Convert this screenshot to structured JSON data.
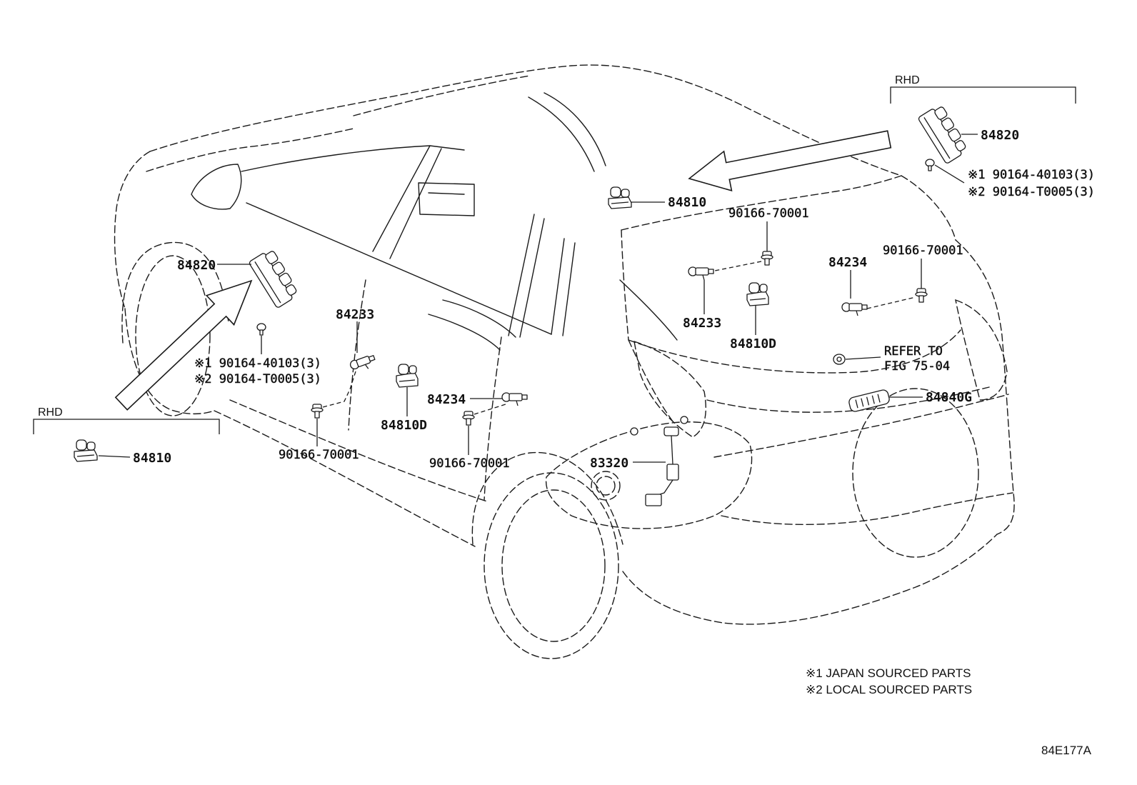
{
  "rhd_top": {
    "label": "RHD",
    "part": "84820",
    "fastener_1": "※1 90164-40103(3)",
    "fastener_2": "※2 90164-T0005(3)"
  },
  "rhd_left": {
    "label": "RHD",
    "part": "84810"
  },
  "callouts": {
    "switch_upper": "84810",
    "bolt_upper": "90166-70001",
    "bolt_right": "90166-70001",
    "plunger_right": "84234",
    "plunger_center": "84233",
    "switch_right_d": "84810D",
    "refer_line1": "REFER TO",
    "refer_line2": "FIG 75-04",
    "lamp": "84840G",
    "master_switch": "84820",
    "plunger_front": "84233",
    "fastener_front_1": "※1 90164-40103(3)",
    "fastener_front_2": "※2 90164-T0005(3)",
    "plunger_rear_door": "84234",
    "switch_center_d": "84810D",
    "bolt_front": "90166-70001",
    "bolt_rear_door": "90166-70001",
    "sensor": "83320"
  },
  "footnotes": [
    "※1 JAPAN SOURCED PARTS",
    "※2 LOCAL SOURCED PARTS"
  ],
  "figure_code": "84E177A"
}
